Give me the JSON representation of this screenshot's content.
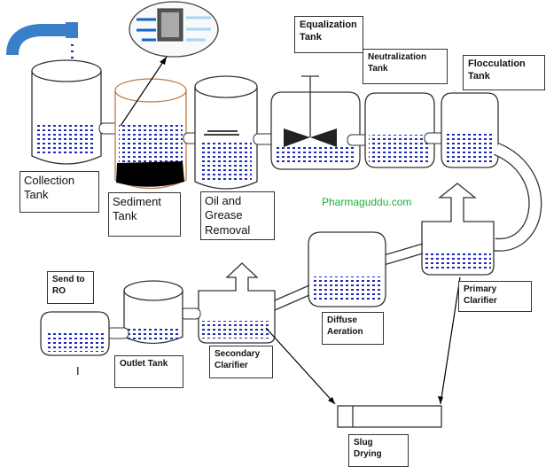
{
  "colors": {
    "water_dots": "#1b2bb3",
    "sediment_tank": "#c0784a",
    "outline": "#333333",
    "watermark": "#1fae3c",
    "pipe_fill": "#ffffff"
  },
  "labels": {
    "collection_tank": "Collection Tank",
    "sediment_tank": "Sediment Tank",
    "oil_grease": "Oil and Grease Removal",
    "equalization_tank": "Equalization Tank",
    "neutralization_tank": "Neutralization Tank",
    "flocculation_tank": "Flocculation Tank",
    "primary_clarifier": "Primary Clarifier",
    "diffuse_aeration": "Diffuse Aeration",
    "secondary_clarifier": "Secondary Clarifier",
    "outlet_tank": "Outlet Tank",
    "send_to_ro": "Send to RO",
    "slug_drying": "Slug Drying"
  },
  "watermark": "Pharmaguddu.com",
  "stray_mark": "I",
  "icons": [
    "filter-screen-icon",
    "agitator-icon",
    "inlet-pipe-icon"
  ]
}
